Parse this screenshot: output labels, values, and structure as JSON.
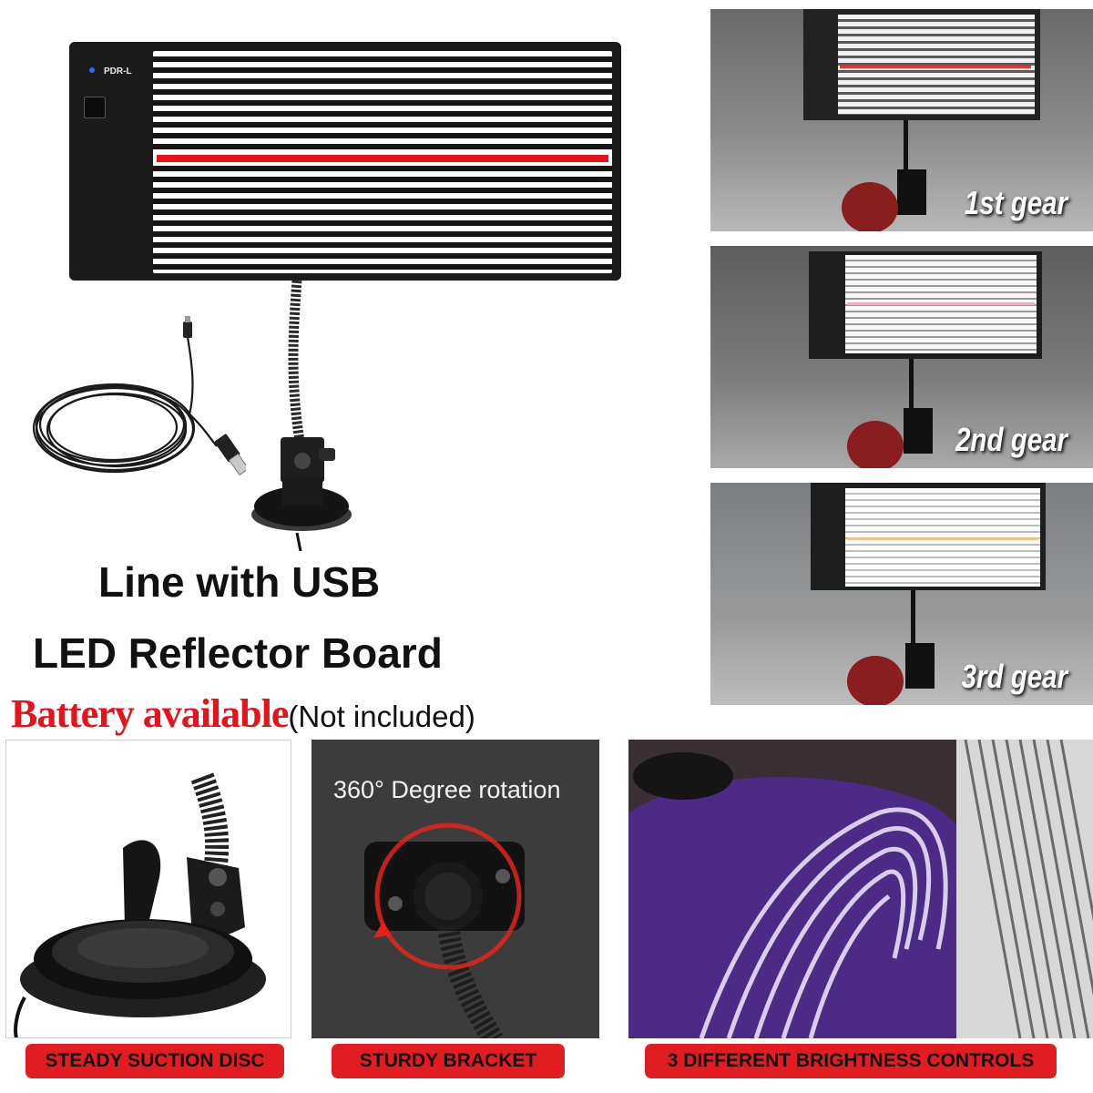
{
  "product": {
    "model_label": "PDR-L"
  },
  "headings": {
    "line1": "Line with USB",
    "line2": "LED Reflector Board",
    "battery_main": "Battery available",
    "battery_note": "(Not included)"
  },
  "gears": [
    {
      "label": "1st gear"
    },
    {
      "label": "2nd gear"
    },
    {
      "label": "3rd gear"
    }
  ],
  "panels": {
    "rotation_text": "360° Degree rotation"
  },
  "captions": {
    "suction": "STEADY SUCTION DISC",
    "bracket": "STURDY BRACKET",
    "brightness": "3 DIFFERENT BRIGHTNESS CONTROLS"
  },
  "colors": {
    "accent_red": "#e11d21",
    "board_black": "#1b1b1b"
  }
}
